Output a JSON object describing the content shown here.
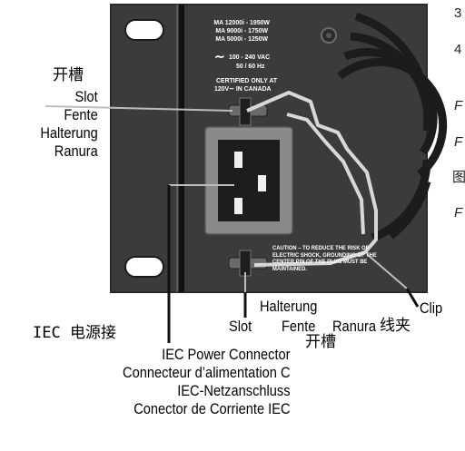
{
  "panel": {
    "specs": [
      "MA 12000i - 1950W",
      "MA 9000i - 1750W",
      "MA 5000i - 1250W"
    ],
    "voltage": "100 - 240 VAC",
    "frequency": "50 / 60 Hz",
    "certified_line1": "CERTIFIED ONLY AT",
    "certified_line2": "120V∼ IN CANADA",
    "caution_lines": [
      "CAUTION – TO REDUCE THE RISK OF",
      "ELECTRIC SHOCK, GROUNDING OF THE",
      "CENTER PIN OF THE PLUG MUST BE",
      "MAINTAINED."
    ]
  },
  "left_slot": {
    "chinese": "开槽",
    "labels": [
      "Slot",
      "Fente",
      "Halterung",
      "Ranura"
    ]
  },
  "connector": {
    "chinese": "IEC 电源接",
    "labels": [
      "IEC Power Connector",
      "Connecteur d’alimentation C",
      "IEC-Netzanschluss",
      "Conector de Corriente IEC"
    ]
  },
  "bottom_slot": {
    "line1": "Halterung",
    "slot": "Slot",
    "fente": "Fente",
    "ranura": "Ranura",
    "chinese": "开槽"
  },
  "clip": {
    "label": "Clip",
    "chinese": "线夹"
  },
  "side_fragments": [
    "3",
    "4",
    "F",
    "F",
    "图",
    "F"
  ],
  "colors": {
    "panel": "#3b3b3d",
    "panel_edge": "#2a2a2c",
    "connector_frame": "#8a8a8c",
    "connector_face": "#1d1d1f",
    "wire": "#d8d8d8"
  }
}
